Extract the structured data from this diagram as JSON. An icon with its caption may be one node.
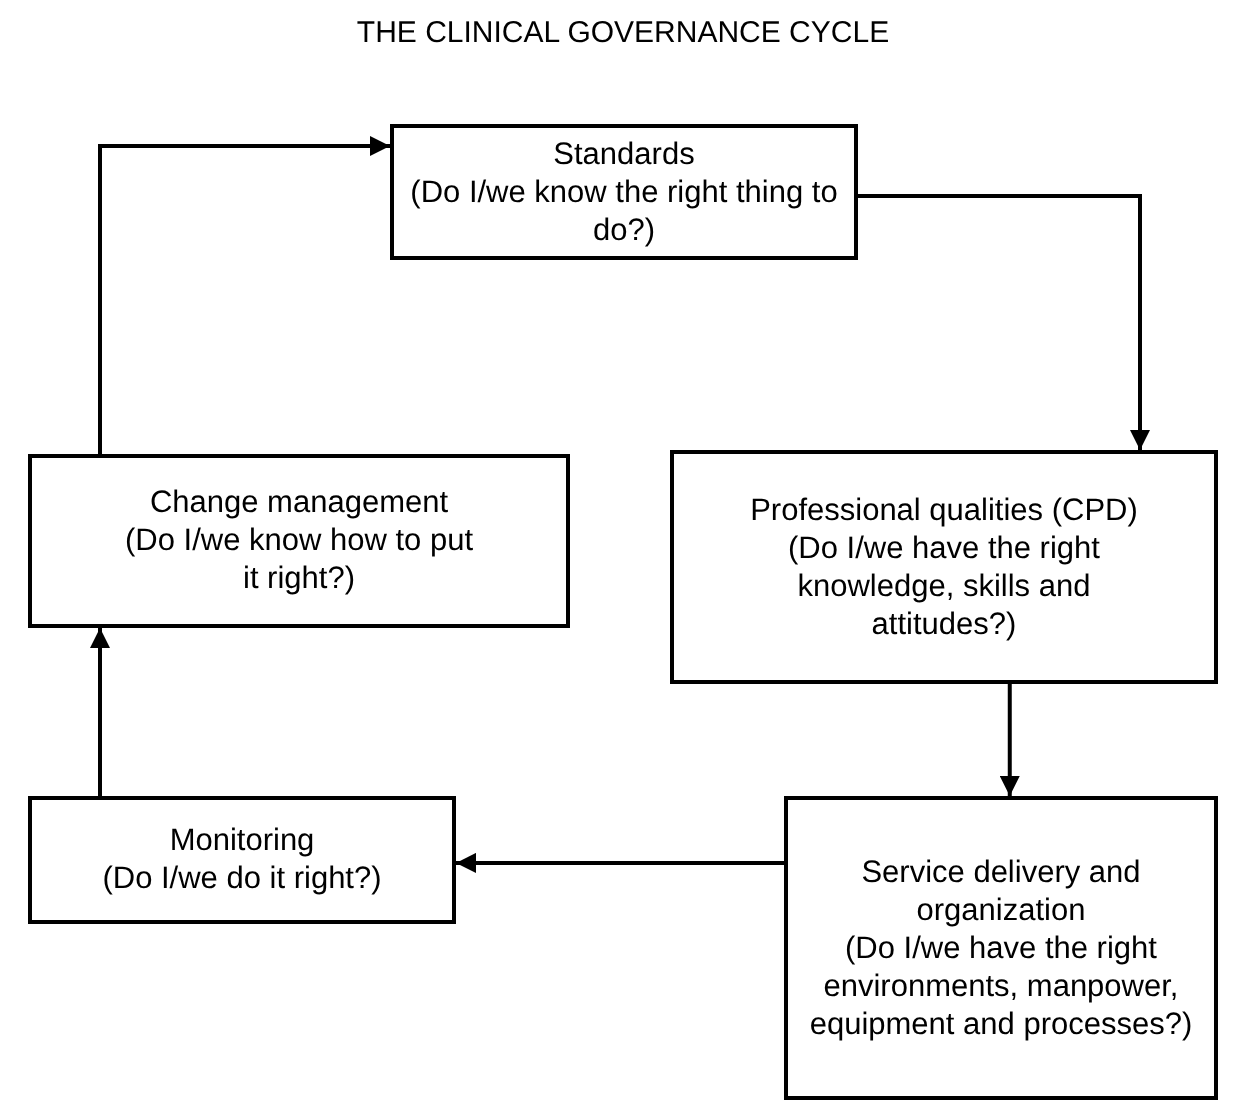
{
  "diagram": {
    "title": "THE CLINICAL GOVERNANCE CYCLE",
    "nodes": [
      {
        "text": [
          "Standards",
          "(Do I/we know the right thing to do?)"
        ]
      },
      {
        "text": [
          "Professional qualities (CPD)",
          "(Do I/we have the right knowledge, skills and attitudes?)"
        ]
      },
      {
        "text": [
          "Service delivery and organization",
          "(Do I/we have the right environments, manpower, equipment and processes?)"
        ]
      },
      {
        "text": [
          "Monitoring",
          "(Do I/we do it right?)"
        ]
      },
      {
        "text": [
          "Change management",
          "(Do I/we know how to put it right?)"
        ]
      }
    ],
    "edges": [
      {
        "from": 0,
        "to": 1,
        "arrow": "to"
      },
      {
        "from": 1,
        "to": 2,
        "arrow": "to"
      },
      {
        "from": 2,
        "to": 3,
        "arrow": "to"
      },
      {
        "from": 3,
        "to": 4,
        "arrow": "to"
      },
      {
        "from": 4,
        "to": 0,
        "arrow": "to"
      }
    ]
  }
}
